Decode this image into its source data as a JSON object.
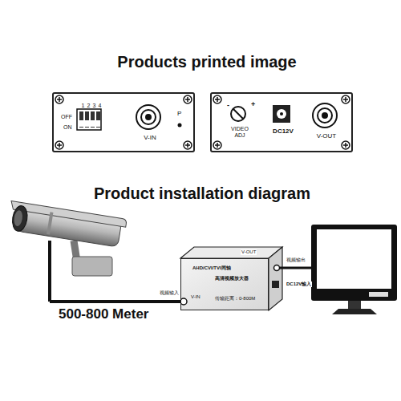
{
  "diagram": {
    "title": "Products printed image",
    "nodes": [
      {
        "text": [
          "1",
          "2",
          "3",
          "4",
          "OFF",
          "ON",
          "V-IN",
          "P"
        ]
      },
      {
        "text": [
          "-",
          "+",
          "VIDEO ADJ",
          "DC12V",
          "V-OUT"
        ]
      },
      {
        "text": [
          "AHD/CVI/TVI同轴",
          "高清视频放大器",
          "V-IN",
          "传输距离：0-800M"
        ]
      }
    ],
    "labels": [
      "Product installation diagram",
      "500-800 Meter",
      "V-OUT",
      "视频输出",
      "DC12V输入",
      "视频输入"
    ]
  }
}
